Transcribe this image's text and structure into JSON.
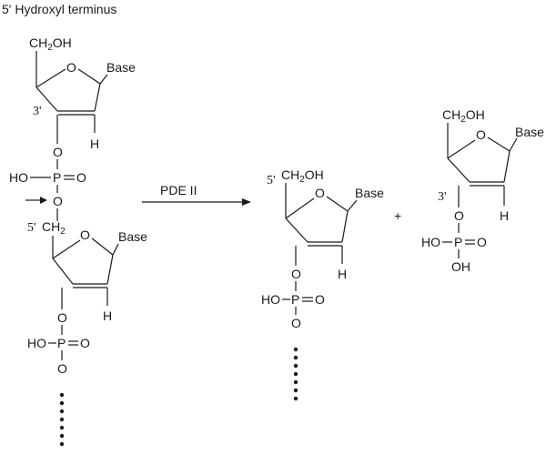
{
  "title": "5' Hydroxyl terminus",
  "enzyme_label": "PDE II",
  "plus": "+",
  "atoms": {
    "ch2oh": "CH2OH",
    "ch2oh_sub": "2",
    "ring_o": "O",
    "base": "Base",
    "h": "H",
    "o": "O",
    "p": "P",
    "ho": "HO",
    "oh": "OH",
    "eq_o": "=O",
    "ch2": "CH2",
    "pos3": "3'",
    "pos5": "5'"
  }
}
